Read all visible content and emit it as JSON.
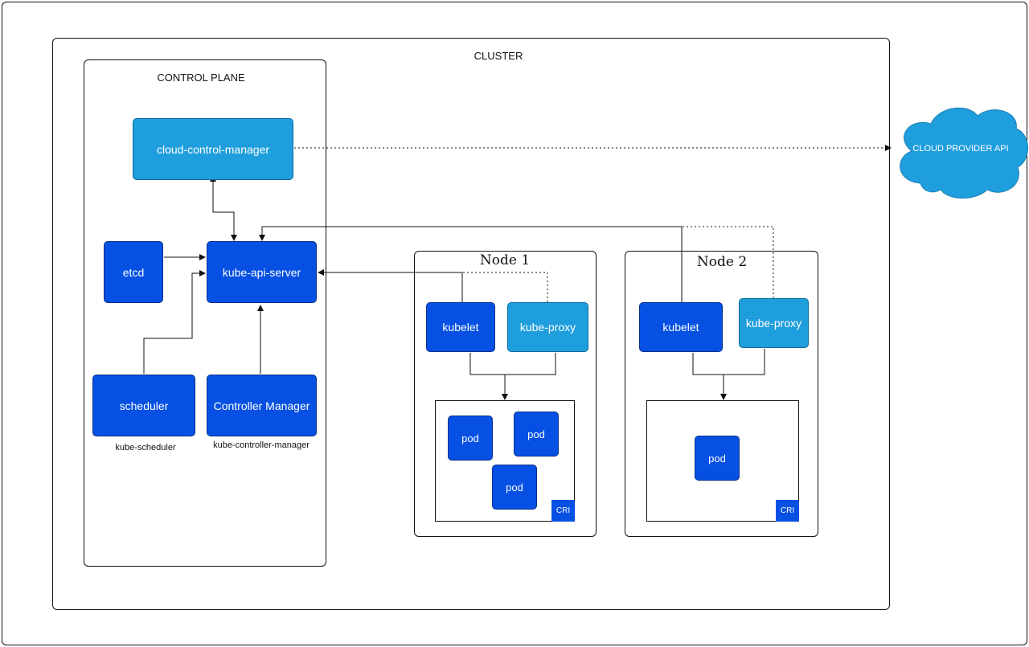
{
  "labels": {
    "cluster": "CLUSTER",
    "control_plane": "CONTROL PLANE",
    "node1": "Node 1",
    "node2": "Node 2",
    "cloud": "CLOUD PROVIDER API",
    "kube_scheduler": "kube-scheduler",
    "kube_controller_manager": "kube-controller-manager"
  },
  "components": {
    "ccm": "cloud-control-manager",
    "etcd": "etcd",
    "api_server": "kube-api-server",
    "scheduler": "scheduler",
    "controller_manager": "Controller Manager",
    "kubelet": "kubelet",
    "kube_proxy": "kube-proxy",
    "pod": "pod",
    "cri": "CRI"
  },
  "colors": {
    "dark_blue": "#0651e3",
    "light_blue": "#1f9ede"
  }
}
